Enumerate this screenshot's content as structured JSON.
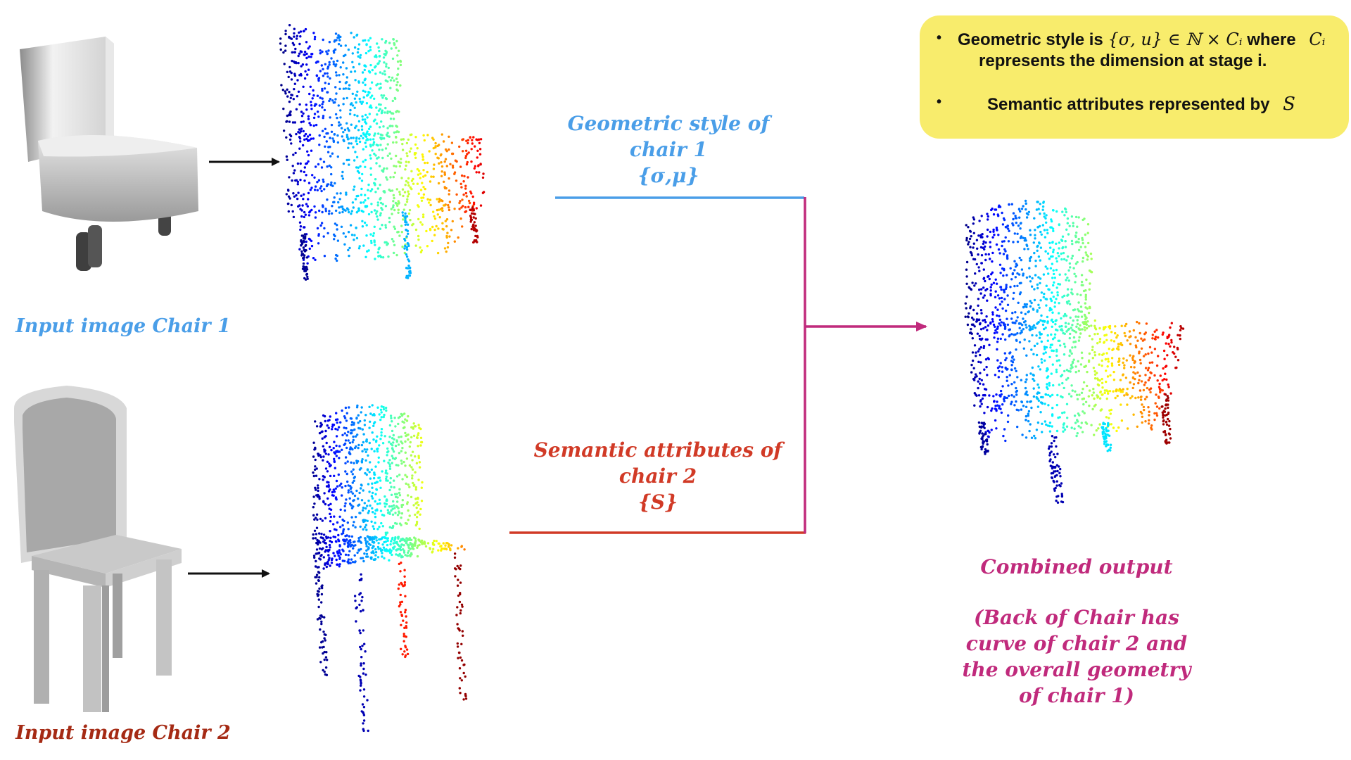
{
  "chair1": {
    "caption": "Input image Chair 1",
    "style_title_line1": "Geometric style of",
    "style_title_line2": "chair 1",
    "style_symbol": "{σ,μ}"
  },
  "chair2": {
    "caption": "Input image Chair 2",
    "attr_title_line1": "Semantic attributes of",
    "attr_title_line2": "chair 2",
    "attr_symbol": "{S}"
  },
  "output": {
    "title": "Combined output",
    "desc_line1": "(Back of Chair has",
    "desc_line2": "curve of chair 2 and",
    "desc_line3": "the overall geometry",
    "desc_line4": "of chair 1)"
  },
  "callout": {
    "bullet": "•",
    "line1_prefix": "Geometric style is",
    "line1_math": "{σ, u} ∈ ℕ × Cᵢ",
    "line1_where": "where",
    "line1_ci": "Cᵢ",
    "line2": "represents the dimension at stage i.",
    "line3_prefix": "Semantic attributes represented by",
    "line3_math": "S"
  },
  "colors": {
    "blue": "#4a9ee8",
    "red": "#d13a26",
    "magenta": "#c02a7c",
    "callout_bg": "#f8ec6c"
  }
}
